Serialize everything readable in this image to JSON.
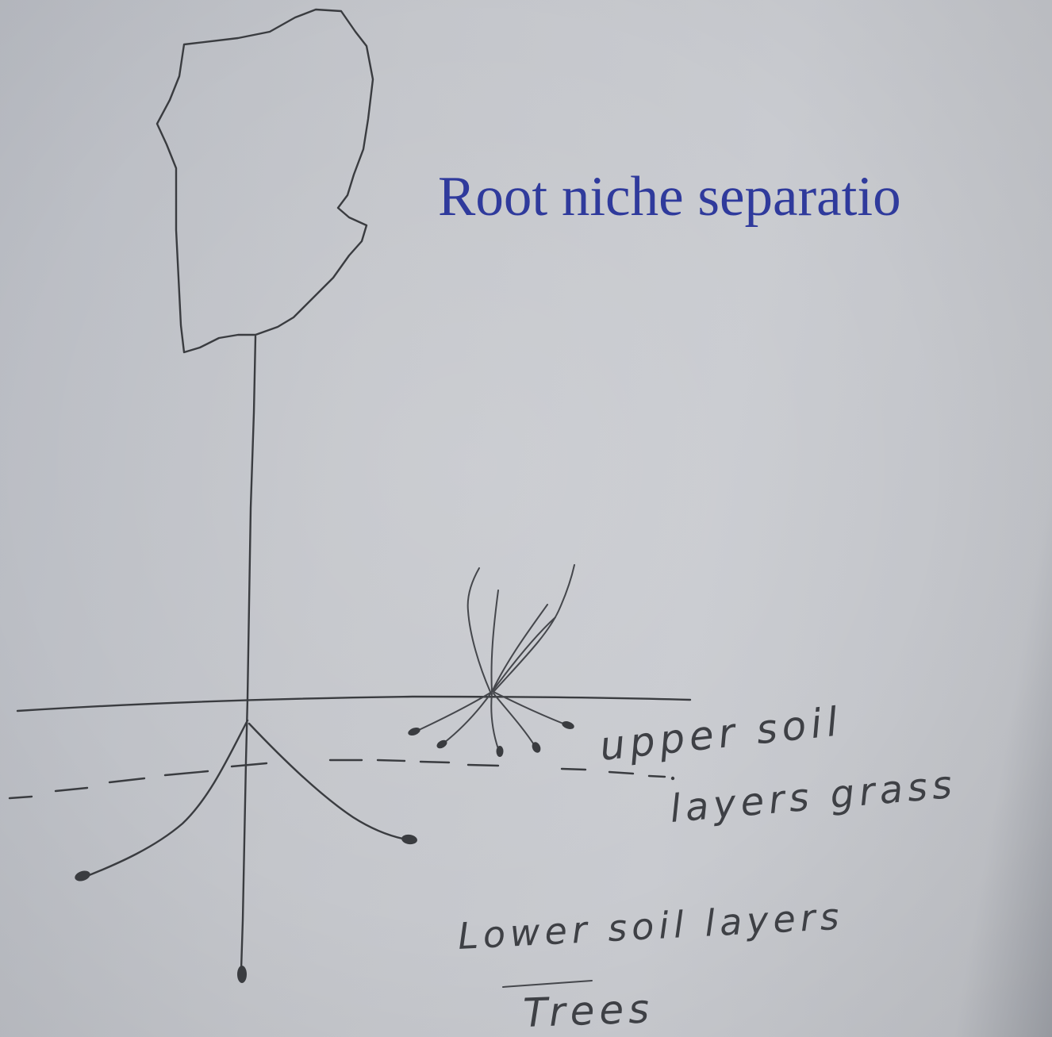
{
  "title": "Root niche separatio",
  "labels": {
    "upper_line1": "upper soil",
    "upper_line2": "layers grass",
    "lower_line1": "Lower soil layers",
    "lower_line2": "Trees"
  },
  "colors": {
    "title": "#2f3a9c",
    "ink": "#3a3c40",
    "paper": "#c4c6cb"
  }
}
